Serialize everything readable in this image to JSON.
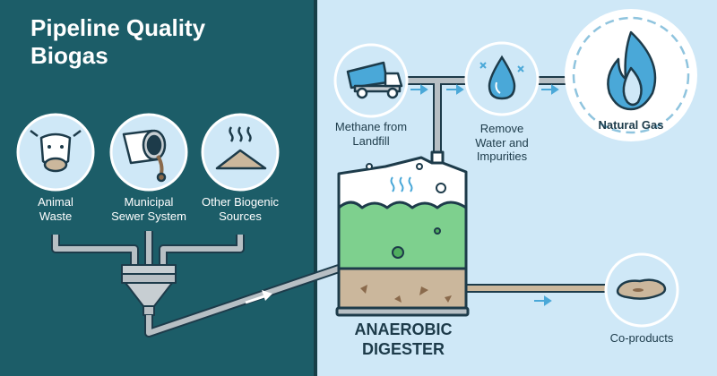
{
  "title": {
    "line1": "Pipeline Quality",
    "line2": "Biogas"
  },
  "sources": [
    {
      "line1": "Animal",
      "line2": "Waste",
      "icon": "cow-icon"
    },
    {
      "line1": "Municipal",
      "line2": "Sewer System",
      "icon": "sewer-pipe-icon"
    },
    {
      "line1": "Other Biogenic",
      "line2": "Sources",
      "icon": "compost-pile-icon"
    }
  ],
  "landfill": {
    "line1": "Methane from",
    "line2": "Landfill",
    "icon": "dump-truck-icon"
  },
  "purify": {
    "line1": "Remove",
    "line2": "Water and",
    "line3": "Impurities",
    "icon": "water-drop-icon"
  },
  "product": {
    "label": "Natural Gas",
    "icon": "flame-icon"
  },
  "digester": {
    "line1": "ANAEROBIC",
    "line2": "DIGESTER"
  },
  "coproducts": {
    "label": "Co-products",
    "icon": "sludge-icon"
  },
  "colors": {
    "left_panel": "#1c5d68",
    "right_panel": "#cfe8f7",
    "outline": "#1d3b4a",
    "circle_fill": "#cfe8f7",
    "liquid_green": "#7ed08e",
    "soil": "#cbb79c",
    "pipe": "#b7bfc4",
    "arrow": "#4aa8d8"
  }
}
